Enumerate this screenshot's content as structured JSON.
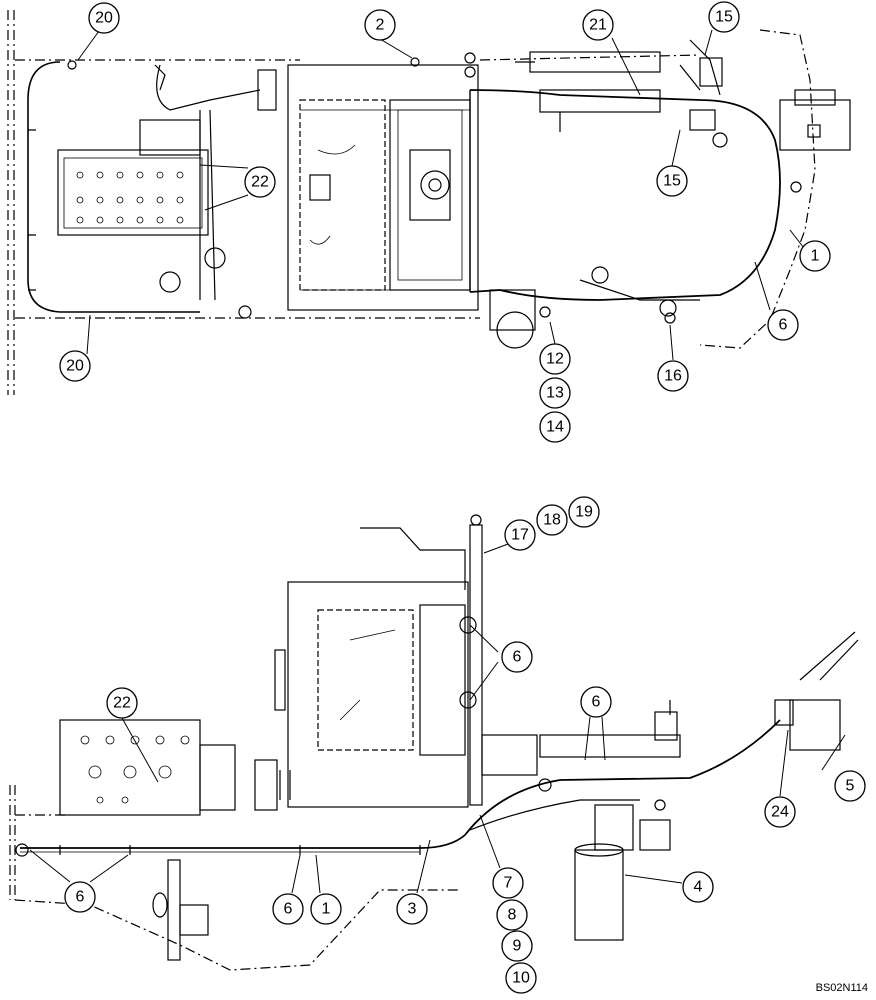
{
  "top_view": {
    "callouts": [
      "20",
      "2",
      "21",
      "15",
      "22",
      "15",
      "1",
      "6",
      "20",
      "12",
      "13",
      "14",
      "16"
    ]
  },
  "side_view": {
    "callouts": [
      "17",
      "18",
      "19",
      "6",
      "6",
      "22",
      "5",
      "24",
      "6",
      "6",
      "1",
      "3",
      "7",
      "8",
      "9",
      "10",
      "4"
    ]
  },
  "drawing_code": "BS02N114"
}
